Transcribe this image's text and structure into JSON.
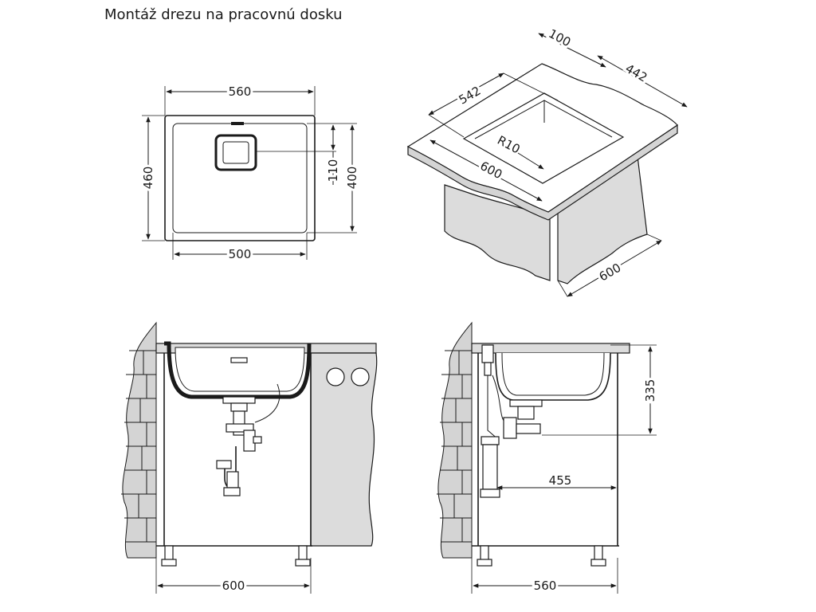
{
  "title": "Montáž drezu na pracovnú dosku",
  "top_view": {
    "width_outer": "560",
    "width_inner": "500",
    "height_outer": "460",
    "height_inner": "400",
    "drain_offset": "110"
  },
  "iso_view": {
    "back_depth": "100",
    "side_depth": "442",
    "cutout_width": "542",
    "radius": "R10",
    "front_width": "600",
    "cabinet_depth": "600"
  },
  "front_section": {
    "cabinet_width": "600"
  },
  "side_section": {
    "height": "335",
    "depth": "455",
    "width": "560"
  }
}
